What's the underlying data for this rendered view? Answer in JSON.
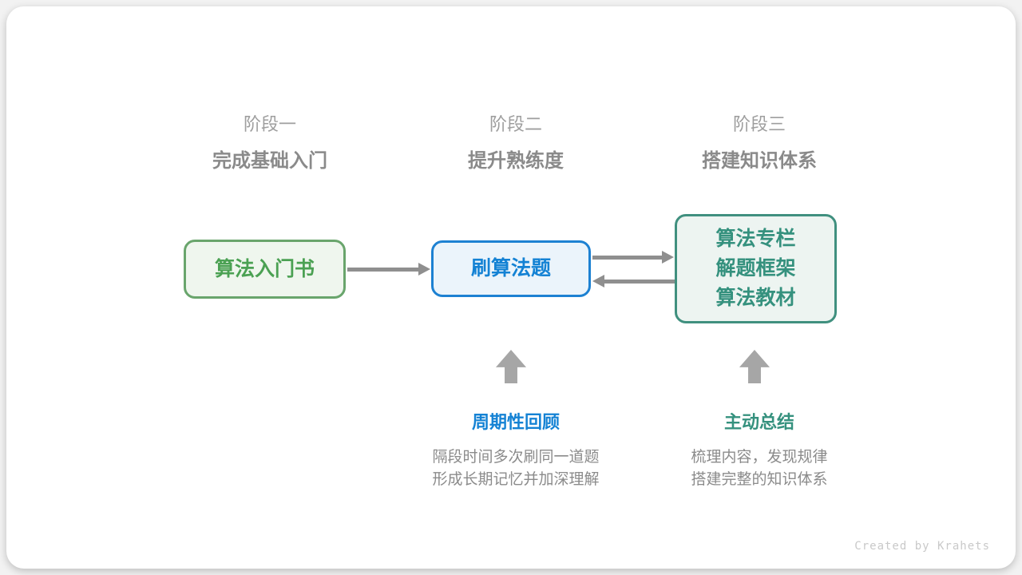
{
  "colors": {
    "green-border": "#69a56c",
    "green-fill": "#eff6ee",
    "green-text": "#4ba153",
    "blue-border": "#1d81d2",
    "blue-fill": "#ebf4fb",
    "blue-text": "#1482d4",
    "teal-border": "#40907f",
    "teal-fill": "#edf4f1",
    "teal-text": "#35917e",
    "gray-label": "#9e9e9e",
    "gray-subtitle": "#8a8a8a",
    "gray-text": "#8b8b8b",
    "arrow-gray": "#8f8f8f",
    "up-arrow-gray": "#a6a6a6",
    "watermark-gray": "#c9c9c9"
  },
  "stages": [
    {
      "label": "阶段一",
      "subtitle": "完成基础入门"
    },
    {
      "label": "阶段二",
      "subtitle": "提升熟练度"
    },
    {
      "label": "阶段三",
      "subtitle": "搭建知识体系"
    }
  ],
  "nodes": [
    {
      "lines": [
        "算法入门书"
      ]
    },
    {
      "lines": [
        "刷算法题"
      ]
    },
    {
      "lines": [
        "算法专栏",
        "解题框架",
        "算法教材"
      ]
    }
  ],
  "annotations": [
    {
      "title": "周期性回顾",
      "desc_lines": [
        "隔段时间多次刷同一道题",
        "形成长期记忆并加深理解"
      ]
    },
    {
      "title": "主动总结",
      "desc_lines": [
        "梳理内容，发现规律",
        "搭建完整的知识体系"
      ]
    }
  ],
  "watermark": "Created by Krahets"
}
